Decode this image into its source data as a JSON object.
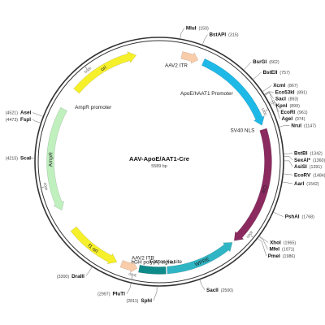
{
  "plasmid": {
    "name": "AAV-ApoE/AAT1-Cre",
    "size_label": "5589 bp",
    "length": 5589
  },
  "colors": {
    "backbone": "#333333",
    "itr": "#f9ccaa",
    "promoter": "#1eb9e6",
    "cre": "#8b2a5f",
    "wpre": "#2fb5c4",
    "polyA": "#0f8a8a",
    "ori": "#f6f02a",
    "ampr": "#bff0be",
    "site_line": "#555555"
  },
  "ticks": [
    {
      "label": "1000",
      "pos": 1000
    },
    {
      "label": "2000",
      "pos": 2000
    },
    {
      "label": "3000",
      "pos": 3000
    },
    {
      "label": "4000",
      "pos": 4000
    },
    {
      "label": "5000",
      "pos": 5000
    }
  ],
  "features": [
    {
      "id": "itr-left",
      "label": "AAV2 ITR",
      "start": 185,
      "end": 325,
      "color_key": "itr",
      "direction": "cw",
      "label_mode": "inner"
    },
    {
      "id": "promoter",
      "label": "ApoE/hAAT1 Promoter",
      "start": 370,
      "end": 1095,
      "color_key": "promoter",
      "direction": "cw",
      "label_mode": "inner"
    },
    {
      "id": "cre",
      "label": "Cre",
      "start": 1130,
      "end": 2120,
      "color_key": "cre",
      "direction": "cw",
      "label_mode": "on"
    },
    {
      "id": "wpre",
      "label": "WPRE",
      "start": 2140,
      "end": 2730,
      "color_key": "wpre",
      "direction": "ccw",
      "label_mode": "on"
    },
    {
      "id": "polya",
      "label": "bGH poly(A) signal",
      "start": 2740,
      "end": 2960,
      "color_key": "polyA",
      "direction": "none",
      "label_mode": "inner"
    },
    {
      "id": "itr-right",
      "label": "AAV2 ITR",
      "start": 2975,
      "end": 3110,
      "color_key": "itr",
      "direction": "ccw",
      "label_mode": "inner"
    },
    {
      "id": "f1ori",
      "label": "f1 ori",
      "start": 3150,
      "end": 3600,
      "color_key": "ori",
      "direction": "ccw",
      "label_mode": "on"
    },
    {
      "id": "ampr",
      "label": "AmpR",
      "start": 3780,
      "end": 4640,
      "color_key": "ampr",
      "direction": "ccw",
      "label_mode": "on"
    },
    {
      "id": "ori",
      "label": "ori",
      "start": 4820,
      "end": 5400,
      "color_key": "ori",
      "direction": "cw",
      "label_mode": "on"
    }
  ],
  "small_labels": [
    {
      "id": "sv40-nls",
      "label": "SV40 NLS",
      "pos": 1115
    },
    {
      "id": "factor-xa",
      "label": "Factor Xa site",
      "pos": 2735
    },
    {
      "id": "ampr-promoter",
      "label": "AmpR promoter",
      "pos": 4700
    }
  ],
  "sites": [
    {
      "name": "MluI",
      "pos_label": "(150)",
      "pos": 150
    },
    {
      "name": "BstAPI",
      "pos_label": "(315)",
      "pos": 315
    },
    {
      "name": "BsrGI",
      "pos_label": "(662)",
      "pos": 662
    },
    {
      "name": "BstEII",
      "pos_label": "(757)",
      "pos": 757
    },
    {
      "name": "XcmI",
      "pos_label": "(867)",
      "pos": 867
    },
    {
      "name": "Eco53kI",
      "pos_label": "(891)",
      "pos": 891
    },
    {
      "name": "SacI",
      "pos_label": "(893)",
      "pos": 893
    },
    {
      "name": "KpnI",
      "pos_label": "(899)",
      "pos": 899
    },
    {
      "name": "EcoRI",
      "pos_label": "(961)",
      "pos": 961
    },
    {
      "name": "AgeI",
      "pos_label": "(974)",
      "pos": 974
    },
    {
      "name": "NruI",
      "pos_label": "(1147)",
      "pos": 1147
    },
    {
      "name": "BstBI",
      "pos_label": "(1342)",
      "pos": 1342
    },
    {
      "name": "SexAI*",
      "pos_label": "(1360)",
      "pos": 1360
    },
    {
      "name": "AsiSI",
      "pos_label": "(1391)",
      "pos": 1391
    },
    {
      "name": "EcoRV",
      "pos_label": "(1484)",
      "pos": 1484
    },
    {
      "name": "AarI",
      "pos_label": "(1542)",
      "pos": 1542
    },
    {
      "name": "PshAI",
      "pos_label": "(1768)",
      "pos": 1768
    },
    {
      "name": "XhoI",
      "pos_label": "(1965)",
      "pos": 1965
    },
    {
      "name": "MfeI",
      "pos_label": "(1971)",
      "pos": 1971
    },
    {
      "name": "PmeI",
      "pos_label": "(1986)",
      "pos": 1986
    },
    {
      "name": "SacII",
      "pos_label": "(2500)",
      "pos": 2500
    },
    {
      "name": "SphI",
      "pos_label": "(2811)",
      "pos": 2811
    },
    {
      "name": "PluTI",
      "pos_label": "(2997)",
      "pos": 2997
    },
    {
      "name": "DraIII",
      "pos_label": "(3300)",
      "pos": 3300
    },
    {
      "name": "ScaI",
      "pos_label": "(4215)",
      "pos": 4215
    },
    {
      "name": "FspI",
      "pos_label": "(4473)",
      "pos": 4473
    },
    {
      "name": "AseI",
      "pos_label": "(4521)",
      "pos": 4521
    }
  ]
}
